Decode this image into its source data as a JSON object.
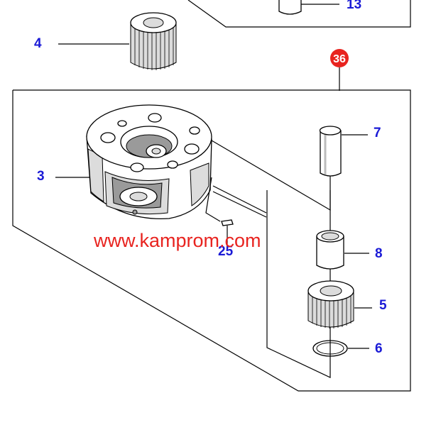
{
  "callouts": {
    "c13": "13",
    "c4": "4",
    "c36": "36",
    "c7": "7",
    "c3": "3",
    "c8": "8",
    "c25": "25",
    "c5": "5",
    "c6": "6"
  },
  "watermark": "www.kamprom.com",
  "colors": {
    "callout": "#1a1ad6",
    "watermark": "#e8231f",
    "badge": "#e8231f"
  }
}
